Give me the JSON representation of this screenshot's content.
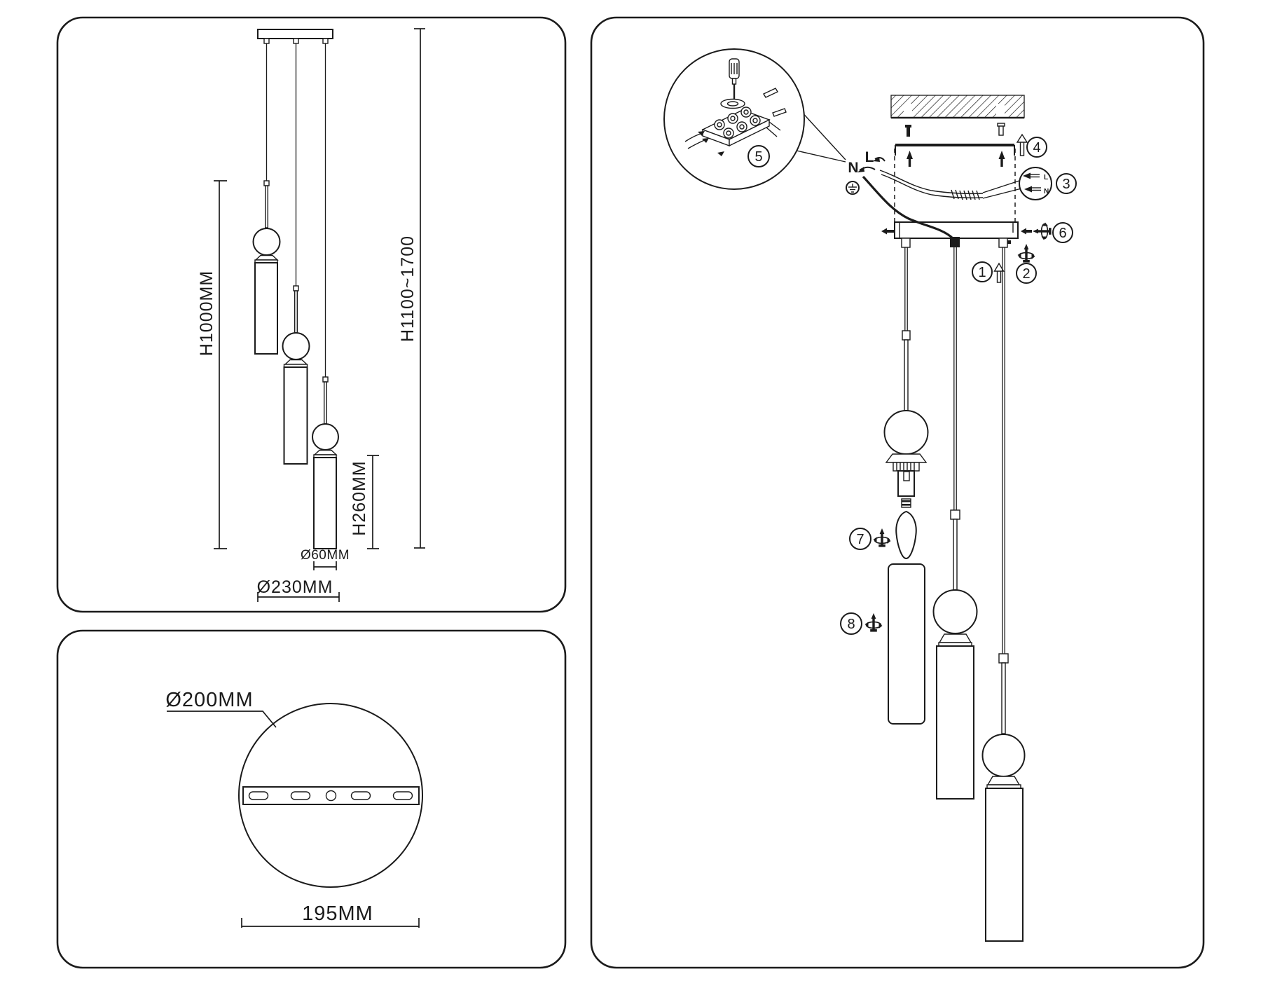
{
  "document": {
    "type": "pendant-lamp-installation-sheet",
    "colors": {
      "line": "#1b1b1b",
      "background": "#ffffff"
    }
  },
  "side_view": {
    "height_pendant": "H1000MM",
    "height_overall": "H1100~1700",
    "height_shade": "H260MM",
    "dia_shade": "Ø60MM",
    "dia_spread": "Ø230MM"
  },
  "top_view": {
    "dia_canopy": "Ø200MM",
    "bracket_length": "195MM"
  },
  "installation": {
    "wire_neutral": "N",
    "wire_live": "L",
    "clip": {
      "live_label": "L",
      "neutral_label": "N"
    },
    "callouts": [
      {
        "number": "1"
      },
      {
        "number": "2"
      },
      {
        "number": "3"
      },
      {
        "number": "4"
      },
      {
        "number": "5"
      },
      {
        "number": "6"
      },
      {
        "number": "7"
      },
      {
        "number": "8"
      }
    ]
  }
}
